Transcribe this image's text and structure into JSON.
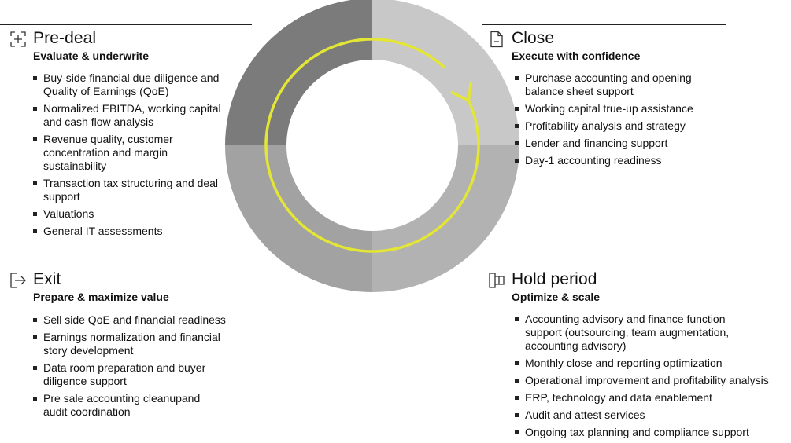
{
  "colors": {
    "q_topleft": "#7b7b7b",
    "q_topright": "#c8c8c8",
    "q_bottomright": "#b2b2b2",
    "q_bottomleft": "#a2a2a2",
    "arrow": "#e3e635",
    "rule": "#222222"
  },
  "sections": {
    "predeal": {
      "icon": "expand-plus-icon",
      "title": "Pre-deal",
      "subtitle": "Evaluate & underwrite",
      "items": [
        "Buy-side financial due diligence and Quality of Earnings (QoE)",
        "Normalized EBITDA, working capital and cash flow analysis",
        "Revenue quality, customer concentration and margin sustainability",
        "Transaction tax structuring and deal support",
        "Valuations",
        "General IT assessments"
      ]
    },
    "close": {
      "icon": "document-icon",
      "title": "Close",
      "subtitle": "Execute with confidence",
      "items": [
        "Purchase accounting and opening balance sheet support",
        "Working capital true-up assistance",
        "Profitability analysis and strategy",
        "Lender and financing support",
        "Day-1 accounting readiness"
      ]
    },
    "exit": {
      "icon": "exit-arrow-icon",
      "title": "Exit",
      "subtitle": "Prepare & maximize value",
      "items": [
        "Sell side QoE and financial readiness",
        "Earnings normalization and financial story development",
        "Data room preparation and buyer diligence support",
        "Pre sale accounting cleanupand audit coordination"
      ]
    },
    "hold": {
      "icon": "panels-icon",
      "title": "Hold period",
      "subtitle": "Optimize & scale",
      "items": [
        "Accounting advisory and finance function support (outsourcing, team augmentation, accounting advisory)",
        "Monthly close and reporting optimization",
        "Operational improvement and profitability analysis",
        "ERP, technology and data enablement",
        "Audit and attest services",
        "Ongoing tax planning and compliance support"
      ]
    }
  }
}
